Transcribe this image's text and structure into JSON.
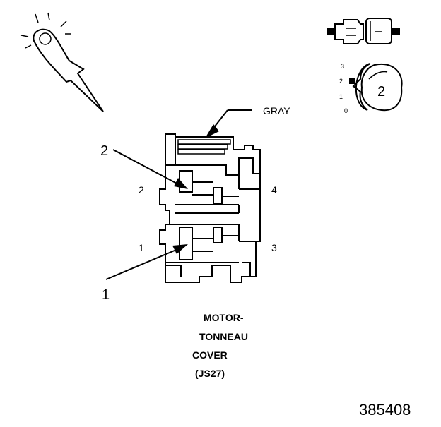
{
  "diagram": {
    "wire_color_label": "GRAY",
    "callouts": [
      {
        "id": "callout-2",
        "text": "2"
      },
      {
        "id": "callout-1",
        "text": "1"
      }
    ],
    "pins": [
      {
        "id": "pin-2",
        "text": "2"
      },
      {
        "id": "pin-4",
        "text": "4"
      },
      {
        "id": "pin-1",
        "text": "1"
      },
      {
        "id": "pin-3",
        "text": "3"
      }
    ],
    "cavity_scale": [
      "3",
      "2",
      "1",
      "0"
    ],
    "cavity_symbol": "2",
    "connector_name_lines": [
      "MOTOR-",
      "TONNEAU",
      "COVER",
      "(JS27)"
    ],
    "figure_number": "385408"
  }
}
